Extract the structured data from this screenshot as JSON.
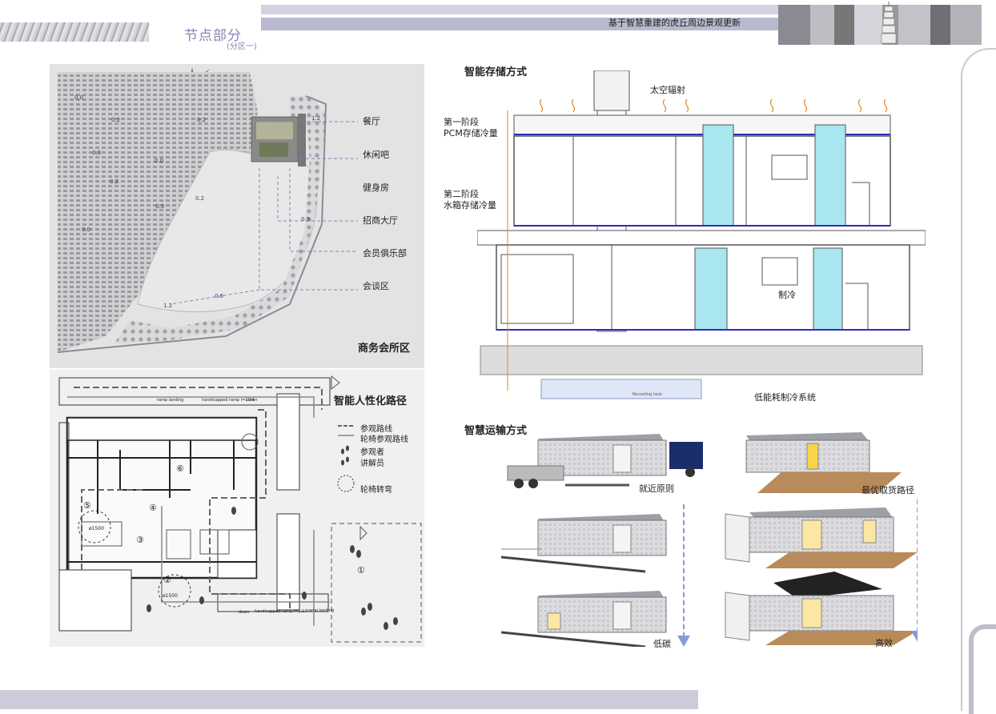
{
  "header": {
    "title": "基于智慧重建的虎丘周边景观更新",
    "section_title": "节点部分",
    "section_subtitle": "(分区一)"
  },
  "site_plan": {
    "labels": [
      "餐厅",
      "休闲吧",
      "健身房",
      "招商大厅",
      "会员俱乐部",
      "会谈区"
    ],
    "zone_title": "商务会所区",
    "values": [
      "0.0",
      "0.2",
      "0.2",
      "1.2",
      "0.3",
      "0.2",
      "0.0",
      "0.3",
      "0.2",
      "0.9",
      "0.0",
      "1.2",
      "0.6"
    ]
  },
  "floor_plan": {
    "title": "智能人性化路径",
    "legend": {
      "route": "参观路线",
      "wheelchair_route": "轮椅参观路线",
      "visitor_line1": "参观者",
      "visitor_line2": "讲解员",
      "wheelchair_turn": "轮椅转弯"
    },
    "ramp_top1": "ramp landing",
    "ramp_top2": "handicapped ramp  i=1:14",
    "ramp_top3": "down",
    "ramp_bottom1": "down",
    "ramp_bottom2": "handicapped ramp  i=1:14",
    "ramp_bottom3": "ramp landing",
    "circle_label": "ø1500",
    "room_numbers": [
      "①",
      "②",
      "③",
      "④",
      "⑤",
      "⑥"
    ]
  },
  "storage": {
    "title": "智能存储方式",
    "space_radiation": "太空辐射",
    "stage1_line1": "第一阶段",
    "stage1_line2": "PCM存储冷量",
    "stage2_line1": "第二阶段",
    "stage2_line2": "水箱存储冷量",
    "cooling": "制冷",
    "tank_label": "Recooling tank",
    "system": "低能耗制冷系统"
  },
  "transport": {
    "title": "智慧运输方式",
    "captions": [
      "就近原则",
      "最优取货路径",
      "低碳",
      "高效"
    ]
  },
  "colors": {
    "accent": "#8585b4",
    "water": "#a9e6ef",
    "blue_line": "#2d2dbb"
  }
}
